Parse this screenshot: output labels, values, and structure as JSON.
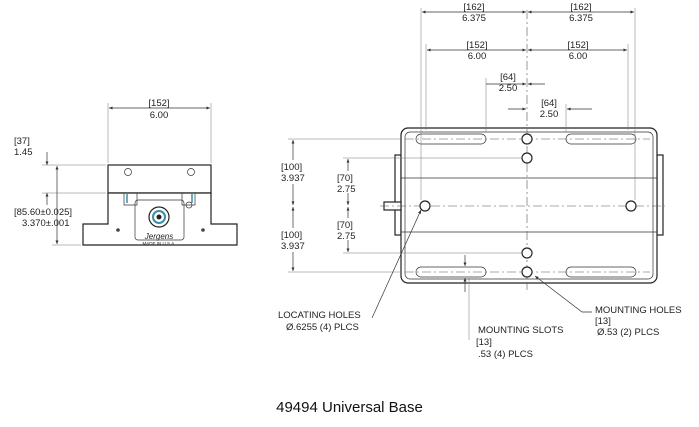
{
  "caption": "49494 Universal Base",
  "left_view": {
    "top_width": {
      "bracket": "[152]",
      "value": "6.00"
    },
    "top_height": {
      "bracket": "[37]",
      "value": "1.45"
    },
    "overall_height": {
      "bracket": "[85.60±0.025]",
      "value": "3.370±.001"
    },
    "logo_text": "Jergens",
    "logo_sub": "MADE IN U.S.A."
  },
  "right_view": {
    "dim_162_left": {
      "bracket": "[162]",
      "value": "6.375"
    },
    "dim_162_right": {
      "bracket": "[162]",
      "value": "6.375"
    },
    "dim_152_left": {
      "bracket": "[152]",
      "value": "6.00"
    },
    "dim_152_right": {
      "bracket": "[152]",
      "value": "6.00"
    },
    "dim_64_top": {
      "bracket": "[64]",
      "value": "2.50"
    },
    "dim_64_bottom": {
      "bracket": "[64]",
      "value": "2.50"
    },
    "dim_100_top": {
      "bracket": "[100]",
      "value": "3.937"
    },
    "dim_100_bottom": {
      "bracket": "[100]",
      "value": "3.937"
    },
    "dim_70_top": {
      "bracket": "[70]",
      "value": "2.75"
    },
    "dim_70_bottom": {
      "bracket": "[70]",
      "value": "2.75"
    }
  },
  "callouts": {
    "locating_holes": {
      "title": "LOCATING HOLES",
      "spec": "Ø.6255 (4) PLCS"
    },
    "mounting_holes": {
      "title": "MOUNTING HOLES",
      "bracket": "[13]",
      "spec": "Ø.53 (2) PLCS"
    },
    "mounting_slots": {
      "title": "MOUNTING SLOTS",
      "bracket": "[13]",
      "spec": ".53    (4) PLCS"
    }
  },
  "colors": {
    "line": "#222222",
    "accent": "#3a8fa8"
  }
}
